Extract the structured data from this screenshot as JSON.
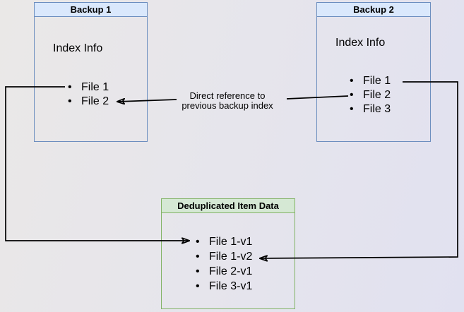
{
  "backup1": {
    "title": "Backup 1",
    "index_label": "Index Info",
    "files": [
      "File 1",
      "File 2"
    ]
  },
  "backup2": {
    "title": "Backup 2",
    "index_label": "Index Info",
    "files": [
      "File 1",
      "File 2",
      "File 3"
    ]
  },
  "dedup": {
    "title": "Deduplicated Item Data",
    "items": [
      "File 1-v1",
      "File 1-v2",
      "File 2-v1",
      "File 3-v1"
    ]
  },
  "annotation": {
    "line1": "Direct reference to",
    "line2": "previous backup index"
  },
  "colors": {
    "blue_fill": "#dae8fc",
    "blue_border": "#6c8ebf",
    "green_fill": "#d5e8d4",
    "green_border": "#82b366",
    "connector": "#000000",
    "background_start": "#eae8e7",
    "background_end": "#e1e1f0"
  },
  "icons": {
    "bullet": "•"
  }
}
